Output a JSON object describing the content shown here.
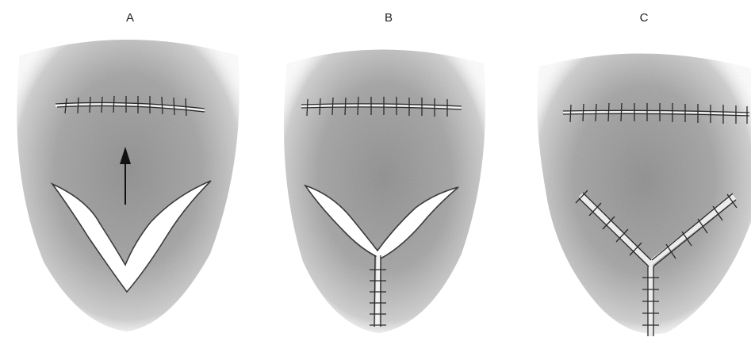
{
  "figure": {
    "panels": [
      {
        "id": "A",
        "label": "A",
        "stage": "v-incision-with-advancement-arrow"
      },
      {
        "id": "B",
        "label": "B",
        "stage": "flap-advanced-vertical-limb-closed"
      },
      {
        "id": "C",
        "label": "C",
        "stage": "y-closure-complete"
      }
    ]
  },
  "colors": {
    "skin_shade": "#8c8c8c",
    "skin_light": "#c9c9c9",
    "wound": "#ffffff",
    "suture": "#2a2a2a",
    "outline": "#3a3a3a"
  },
  "icons": [
    "arrow-up-icon"
  ]
}
